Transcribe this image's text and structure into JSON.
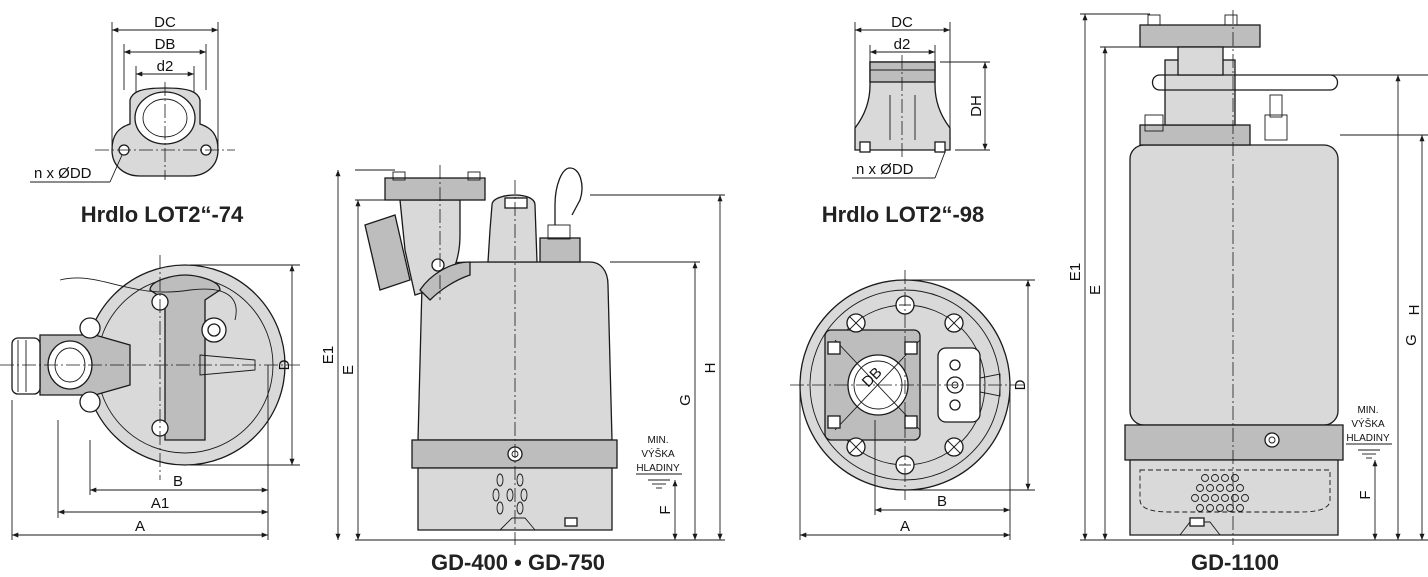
{
  "captions": {
    "lot74": "Hrdlo LOT2“-74",
    "lot98": "Hrdlo LOT2“-98",
    "gd400": "GD-400 • GD-750",
    "gd1100": "GD-1100"
  },
  "flange74": {
    "dc": "DC",
    "db": "DB",
    "d2": "d2",
    "holes": "n x ØDD"
  },
  "flange98": {
    "dc": "DC",
    "d2": "d2",
    "dh": "DH",
    "holes": "n x ØDD"
  },
  "top400": {
    "a": "A",
    "a1": "A1",
    "b": "B",
    "d": "D"
  },
  "side400": {
    "e1": "E1",
    "e": "E",
    "g": "G",
    "h": "H",
    "f": "F"
  },
  "top1100": {
    "a": "A",
    "b": "B",
    "d": "D",
    "db": "DB"
  },
  "side1100": {
    "e1": "E1",
    "e": "E",
    "g": "G",
    "h": "H",
    "f": "F"
  },
  "level": {
    "line1": "MIN.",
    "line2": "VÝŠKA",
    "line3": "HLADINY"
  },
  "colors": {
    "line": "#1a1a1a",
    "body_fill": "#d9d9d9",
    "accent_fill": "#bdbdbd"
  }
}
